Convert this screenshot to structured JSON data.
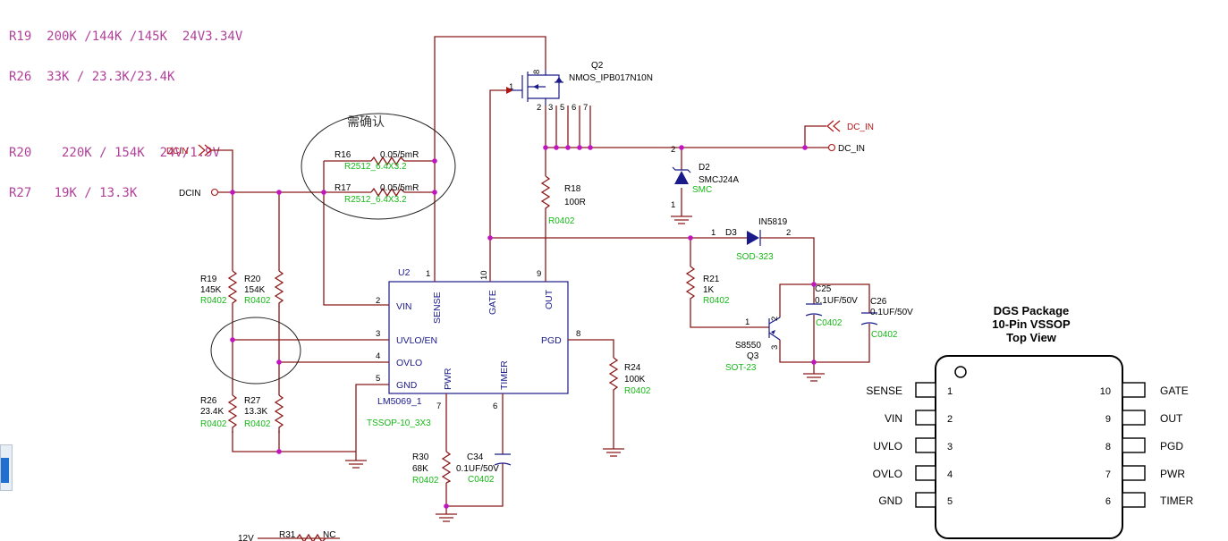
{
  "notes": {
    "line1": "R19  200K /144K /145K  24V3.34V",
    "line2": "R26  33K / 23.3K/23.4K",
    "line3": "R20    220K / 154K  24V/1.9V",
    "line4": "R27   19K / 13.3K"
  },
  "annotation_cjk": "需确认",
  "nets": {
    "dcin_port": "DCIN",
    "dcin": "DCIN",
    "dc_in_port": "DC_IN",
    "dc_in": "DC_IN",
    "v12": "12V"
  },
  "u2": {
    "ref": "U2",
    "part": "LM5069_1",
    "footprint": "TSSOP-10_3X3",
    "pins": {
      "sense": "SENSE",
      "gate": "GATE",
      "out": "OUT",
      "vin": "VIN",
      "uvlo": "UVLO/EN",
      "ovlo": "OVLO",
      "gnd": "GND",
      "pgd": "PGD",
      "pwr": "PWR",
      "timer": "TIMER"
    },
    "pin_numbers": {
      "p1": "1",
      "p2": "2",
      "p3": "3",
      "p4": "4",
      "p5": "5",
      "p6": "6",
      "p7": "7",
      "p8": "8",
      "p9": "9",
      "p10": "10"
    }
  },
  "q2": {
    "ref": "Q2",
    "part": "NMOS_IPB017N10N",
    "pins": [
      "1",
      "8",
      "2",
      "3",
      "5",
      "6",
      "7"
    ]
  },
  "q3": {
    "ref": "Q3",
    "part": "S8550",
    "footprint": "SOT-23",
    "pins": [
      "1",
      "2",
      "3"
    ]
  },
  "d2": {
    "ref": "D2",
    "part": "SMCJ24A",
    "footprint": "SMC",
    "pins": [
      "2",
      "1"
    ]
  },
  "d3": {
    "ref": "D3",
    "part": "IN5819",
    "footprint": "SOD-323",
    "pins": [
      "1",
      "2"
    ]
  },
  "resistors": {
    "r16": {
      "ref": "R16",
      "value": "0.05/5mR",
      "footprint": "R2512_6.4X3.2"
    },
    "r17": {
      "ref": "R17",
      "value": "0.05/5mR",
      "footprint": "R2512_6.4X3.2"
    },
    "r18": {
      "ref": "R18",
      "value": "100R",
      "footprint": "R0402"
    },
    "r19": {
      "ref": "R19",
      "value": "145K",
      "footprint": "R0402"
    },
    "r20": {
      "ref": "R20",
      "value": "154K",
      "footprint": "R0402"
    },
    "r21": {
      "ref": "R21",
      "value": "1K",
      "footprint": "R0402"
    },
    "r24": {
      "ref": "R24",
      "value": "100K",
      "footprint": "R0402"
    },
    "r26": {
      "ref": "R26",
      "value": "23.4K",
      "footprint": "R0402"
    },
    "r27": {
      "ref": "R27",
      "value": "13.3K",
      "footprint": "R0402"
    },
    "r30": {
      "ref": "R30",
      "value": "68K",
      "footprint": "R0402"
    },
    "r31": {
      "ref": "R31",
      "value": "NC"
    }
  },
  "capacitors": {
    "c25": {
      "ref": "C25",
      "value": "0.1UF/50V",
      "footprint": "C0402"
    },
    "c26": {
      "ref": "C26",
      "value": "0.1UF/50V",
      "footprint": "C0402"
    },
    "c34": {
      "ref": "C34",
      "value": "0.1UF/50V",
      "footprint": "C0402"
    }
  },
  "package": {
    "title1": "DGS Package",
    "title2": "10-Pin VSSOP",
    "title3": "Top View",
    "left_pins": [
      {
        "name": "SENSE",
        "num": "1"
      },
      {
        "name": "VIN",
        "num": "2"
      },
      {
        "name": "UVLO",
        "num": "3"
      },
      {
        "name": "OVLO",
        "num": "4"
      },
      {
        "name": "GND",
        "num": "5"
      }
    ],
    "right_pins": [
      {
        "name": "GATE",
        "num": "10"
      },
      {
        "name": "OUT",
        "num": "9"
      },
      {
        "name": "PGD",
        "num": "8"
      },
      {
        "name": "PWR",
        "num": "7"
      },
      {
        "name": "TIMER",
        "num": "6"
      }
    ]
  },
  "colors": {
    "wire": "#8b1a1a",
    "body": "#1a1a8a",
    "footprint": "#16b816",
    "junction": "#c016c0",
    "notes": "#b0429a"
  }
}
